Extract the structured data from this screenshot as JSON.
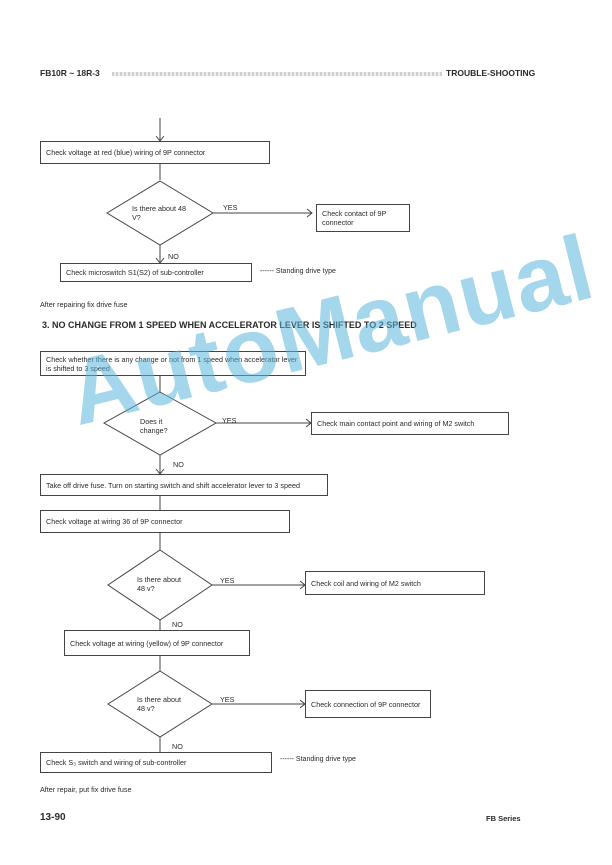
{
  "header": {
    "left": "FB10R ~ 18R-3",
    "right": "TROUBLE-SHOOTING"
  },
  "flow1": {
    "box_check_red": "Check voltage at red (blue) wiring of 9P connector",
    "q1": "Is there about 48 V?",
    "yes1": "YES",
    "no1": "NO",
    "box_contact_9p": "Check contact of 9P connector",
    "box_microswitch": "Check microswitch S1(S2) of sub-controller",
    "note_standing": "------ Standing drive type",
    "after": "After repairing fix drive fuse"
  },
  "section3": {
    "title": "3. NO CHANGE FROM 1 SPEED WHEN ACCELERATOR LEVER IS SHIFTED TO 2 SPEED",
    "box_check_change": "Check whether there is any change or not from 1 speed when accelerator lever is shifted to 3 speed",
    "q_change": "Does it change?",
    "yes_change": "YES",
    "no_change": "NO",
    "box_m2_contact": "Check main contact point and wiring of M2 switch",
    "box_take_off": "Take off drive fuse. Turn on starting switch and shift accelerator lever to 3 speed",
    "box_wiring36": "Check voltage at wiring 36 of 9P connector",
    "q2": "Is there about 48 v?",
    "yes2": "YES",
    "no2": "NO",
    "box_coil_m2": "Check coil and wiring of M2 switch",
    "box_yellow": "Check voltage at wiring (yellow) of 9P connector",
    "q3": "Is there about 48 v?",
    "yes3": "YES",
    "no3": "NO",
    "box_conn_9p": "Check connection of 9P connector",
    "box_s3": "Check S₃ switch and wiring of sub-controller",
    "note_standing2": "------ Standing drive type",
    "after": "After repair, put fix drive fuse"
  },
  "footer": {
    "page": "13-90",
    "series": "FB Series"
  },
  "watermark": {
    "text": "AutoManual",
    "color": "#5ab4dc"
  }
}
